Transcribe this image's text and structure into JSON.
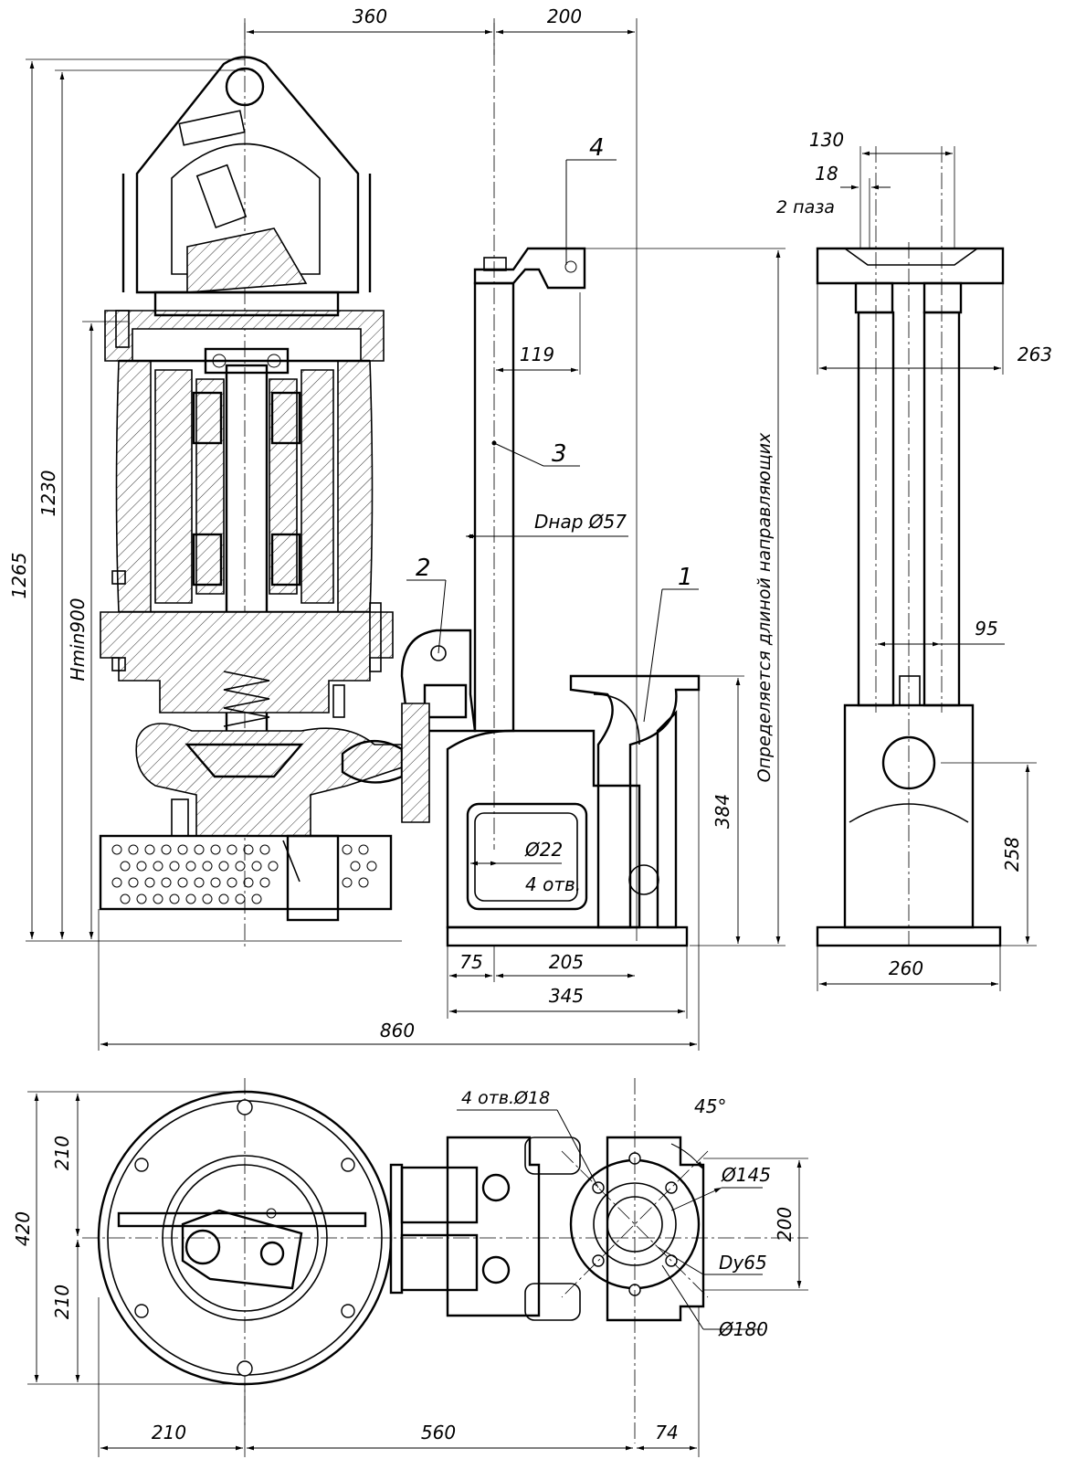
{
  "drawing": {
    "dimensions": {
      "top_width_left": "360",
      "top_width_right": "200",
      "height_overall": "1265",
      "height_body": "1230",
      "min_level": "Hmin900",
      "pipe_offset": "119",
      "pipe_diameter": "Dнар Ø57",
      "guide_note": "Определяется длиной направляющих",
      "discharge_height": "384",
      "base_holes_diameter": "Ø22",
      "base_holes_count": "4 отв.",
      "base_75": "75",
      "base_205": "205",
      "base_345": "345",
      "overall_length": "860",
      "side_130": "130",
      "side_18": "18",
      "side_slots": "2 паза",
      "side_263": "263",
      "side_95": "95",
      "side_258": "258",
      "side_260": "260",
      "plan_210_top": "210",
      "plan_210_bottom": "210",
      "plan_420": "420",
      "flange_holes": "4 отв.Ø18",
      "flange_angle": "45°",
      "flange_145": "Ø145",
      "flange_200": "200",
      "flange_dy": "Dy65",
      "flange_180": "Ø180",
      "plan_bottom_210": "210",
      "plan_bottom_560": "560",
      "plan_bottom_74": "74"
    },
    "callouts": {
      "item1": "1",
      "item2": "2",
      "item3": "3",
      "item4": "4"
    }
  }
}
